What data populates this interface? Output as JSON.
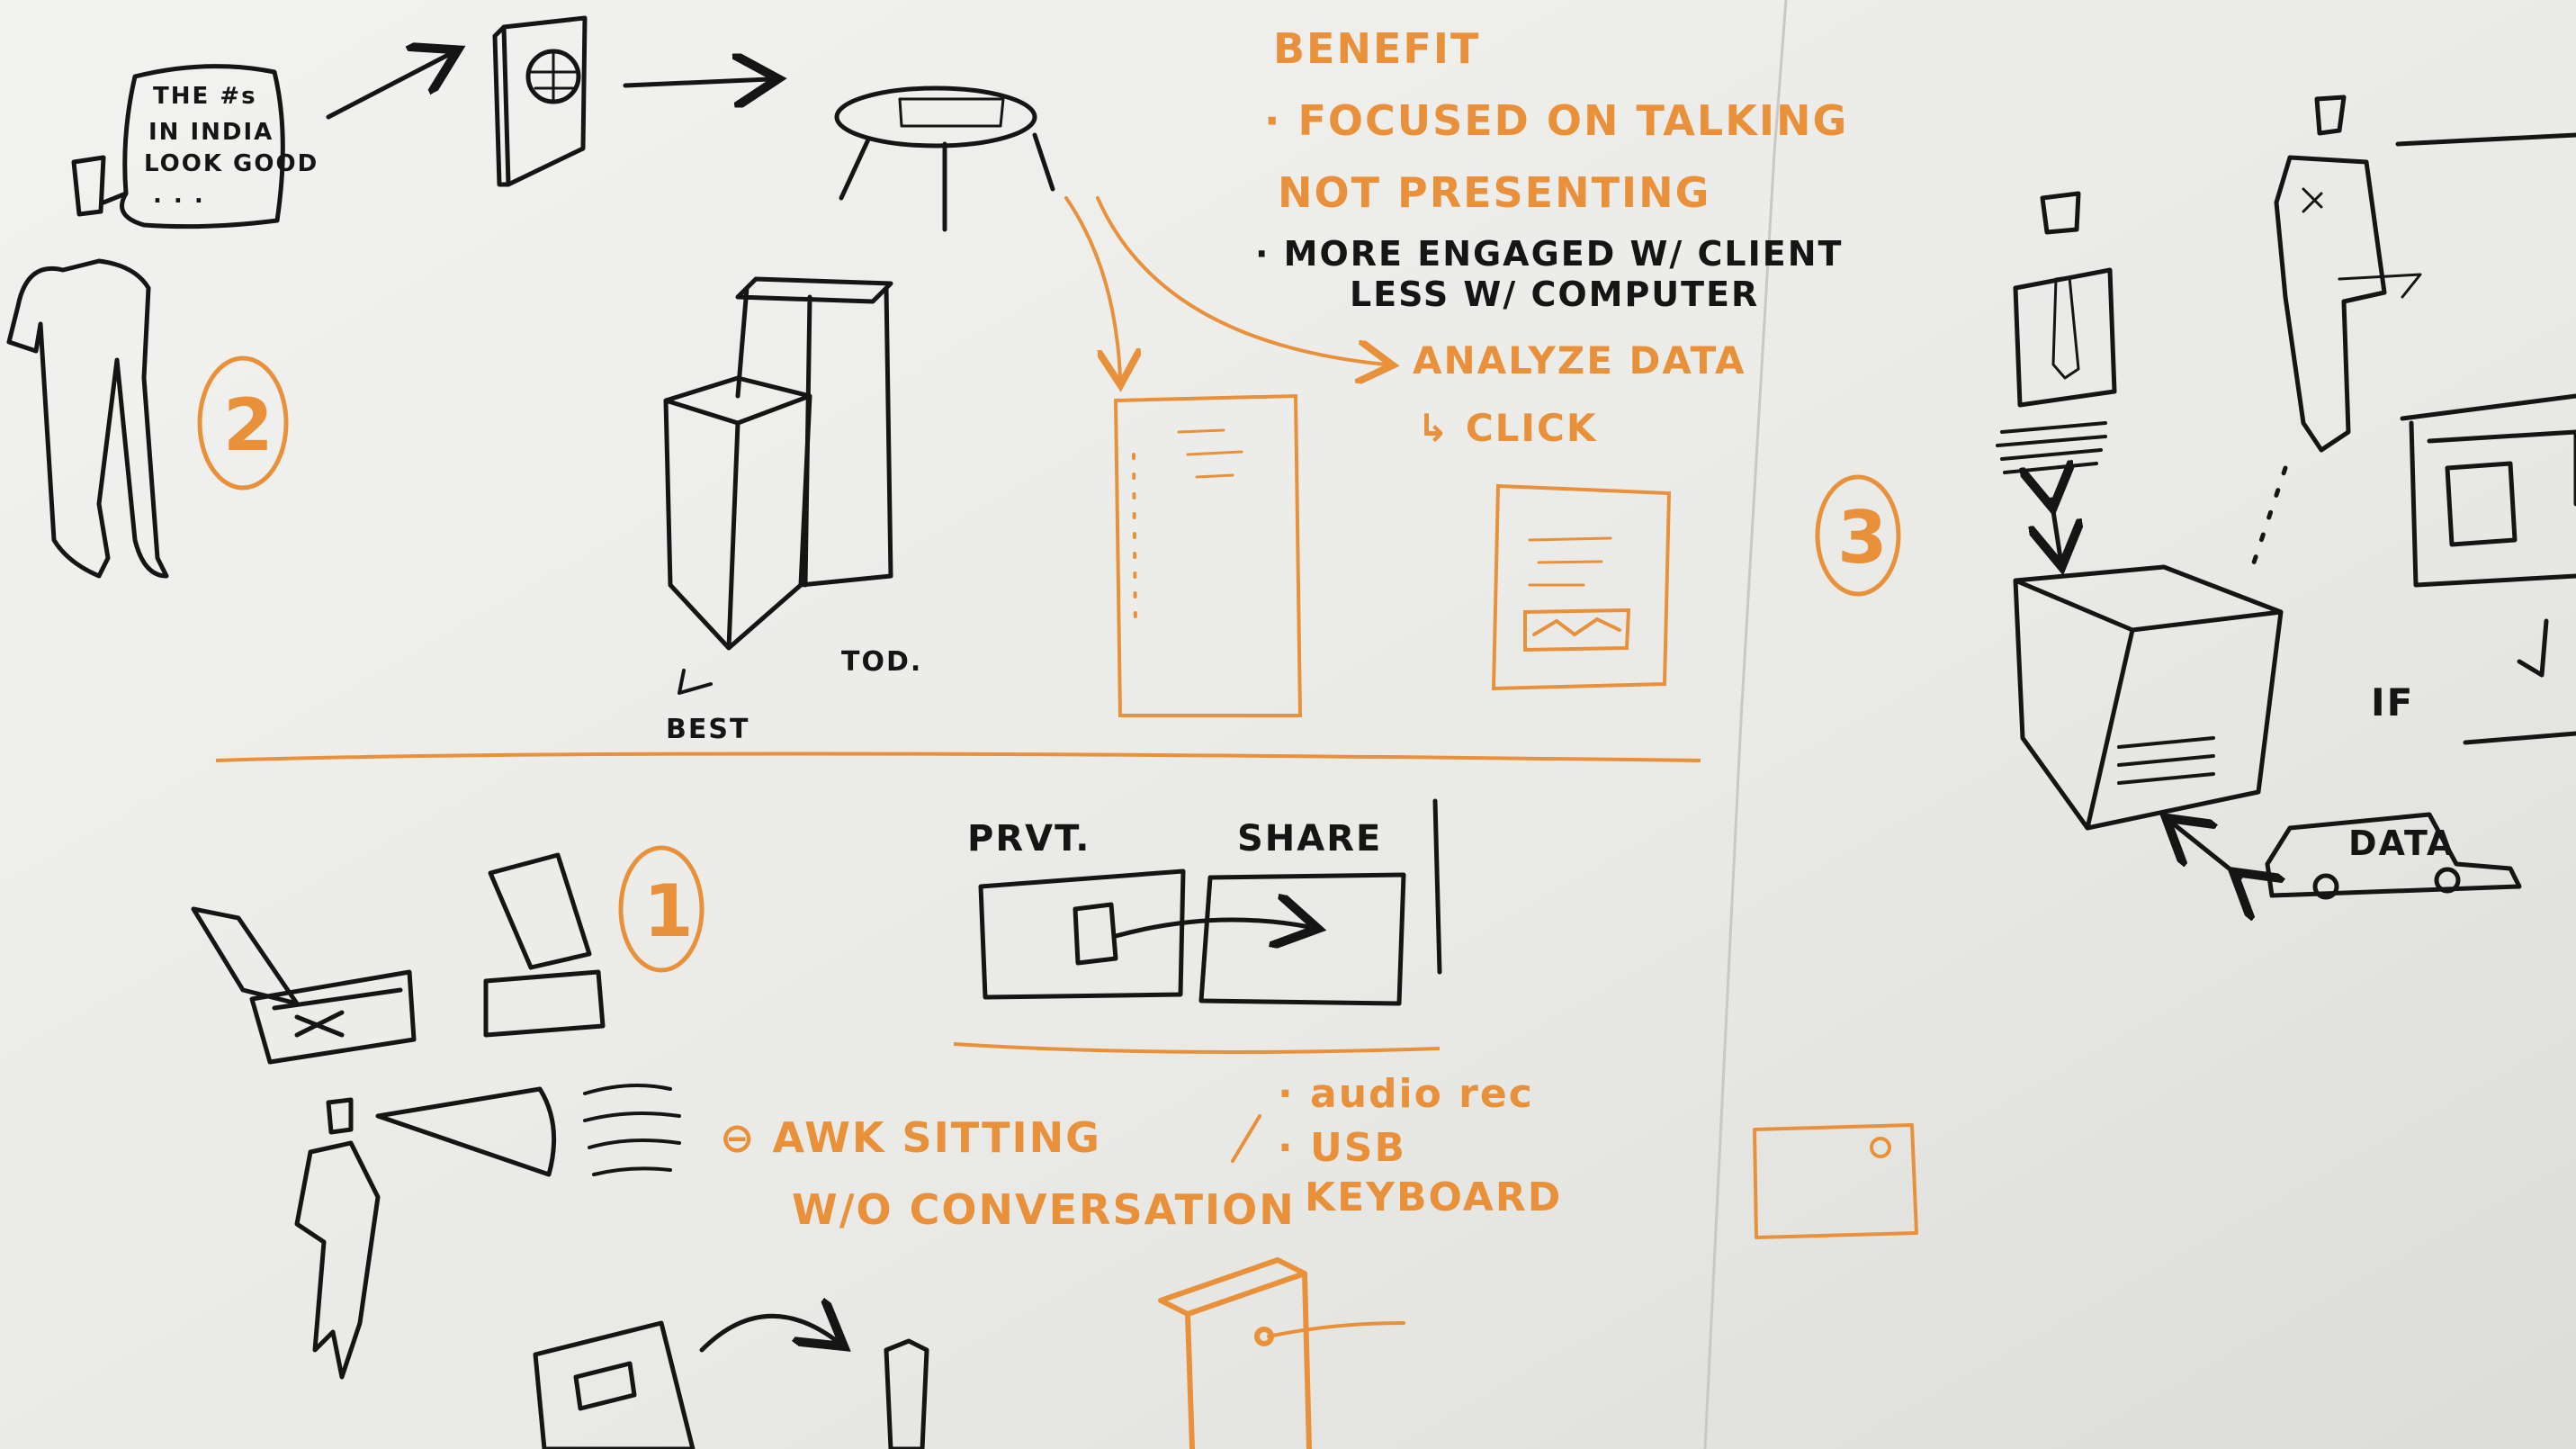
{
  "colors": {
    "board": "#ecebe8",
    "ink_black": "#151515",
    "ink_orange": "#e8913a"
  },
  "section2": {
    "number": "2",
    "speech_bubble": [
      "THE #s",
      "IN INDIA",
      "LOOK GOOD",
      ". . ."
    ],
    "bar_labels": [
      "BEST",
      "TOD."
    ]
  },
  "benefit": {
    "heading": "BENEFIT",
    "lines": [
      "· FOCUSED ON TALKING",
      "NOT PRESENTING"
    ],
    "black_lines": [
      "· MORE ENGAGED W/ CLIENT",
      "LESS W/ COMPUTER"
    ],
    "analyze": [
      "ANALYZE DATA",
      "↳ CLICK"
    ]
  },
  "section1": {
    "number": "1",
    "screen_labels": [
      "PRVT.",
      "SHARE"
    ],
    "drawback": [
      "⊖ AWK SITTING",
      "W/O CONVERSATION"
    ],
    "device_features": [
      "· audio rec",
      "· USB",
      "KEYBOARD"
    ]
  },
  "section3": {
    "number": "3",
    "if_label": "IF",
    "car_label": "DATA"
  }
}
